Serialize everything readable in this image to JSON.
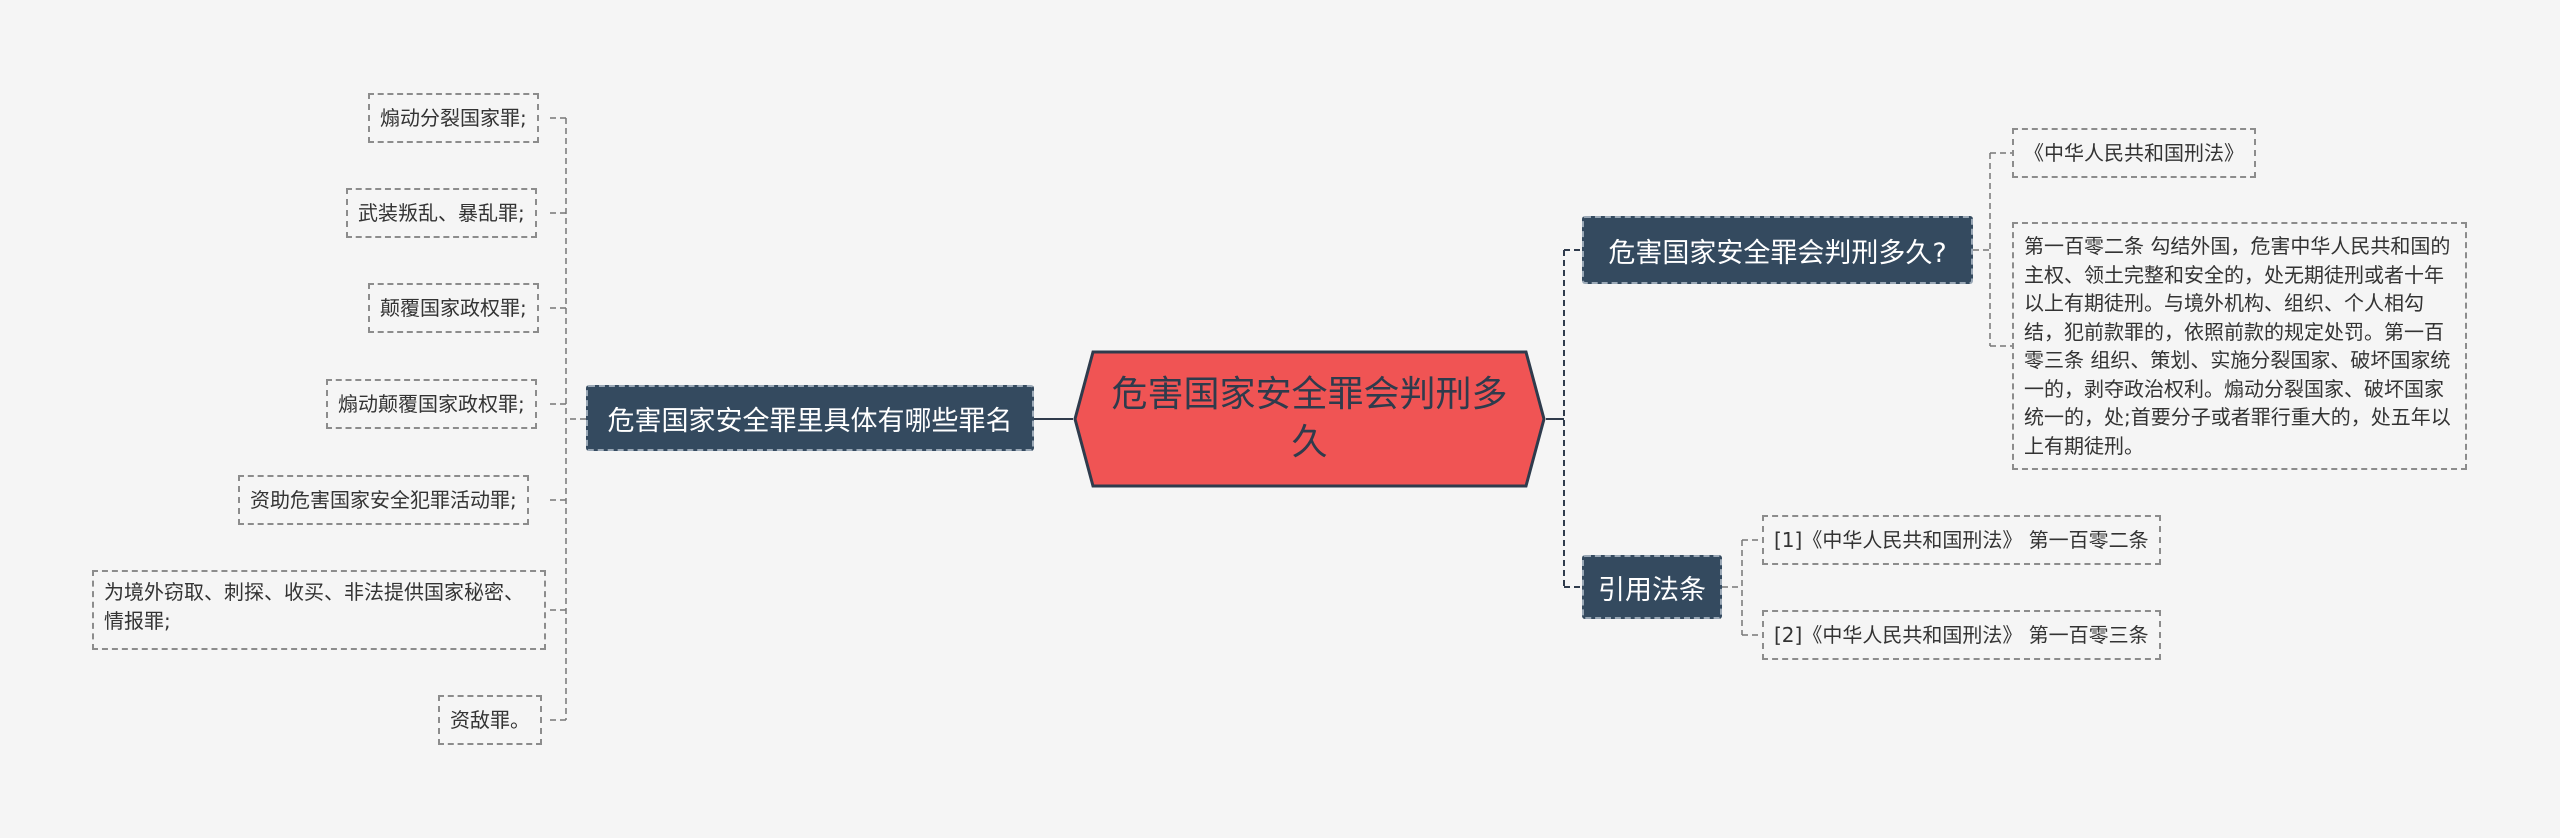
{
  "mindmap": {
    "root": "危害国家安全罪会判刑多久",
    "left_branch": {
      "label": "危害国家安全罪里具体有哪些罪名",
      "items": [
        "煽动分裂国家罪;",
        "武装叛乱、暴乱罪;",
        "颠覆国家政权罪;",
        "煽动颠覆国家政权罪;",
        "资助危害国家安全犯罪活动罪;",
        "为境外窃取、刺探、收买、非法提供国家秘密、 情报罪;",
        "资敌罪。"
      ]
    },
    "right_branch_1": {
      "label": "危害国家安全罪会判刑多久?",
      "source": "《中华人民共和国刑法》",
      "text": "第一百零二条 勾结外国，危害中华人民共和国的主权、领土完整和安全的，处无期徒刑或者十年以上有期徒刑。与境外机构、组织、个人相勾结，犯前款罪的，依照前款的规定处罚。第一百零三条 组织、策划、实施分裂国家、破坏国家统一的，剥夺政治权利。煽动分裂国家、破坏国家统一的，处;首要分子或者罪行重大的，处五年以上有期徒刑。"
    },
    "right_branch_2": {
      "label": "引用法条",
      "items": [
        "[1]《中华人民共和国刑法》 第一百零二条",
        "[2]《中华人民共和国刑法》 第一百零三条"
      ]
    }
  },
  "colors": {
    "background": "#f5f5f5",
    "root_fill": "#f05454",
    "root_border": "#2f3b4c",
    "branch_fill": "#344a5f",
    "line": "#2f3b4c",
    "leaf_border": "#8c8c8c"
  }
}
